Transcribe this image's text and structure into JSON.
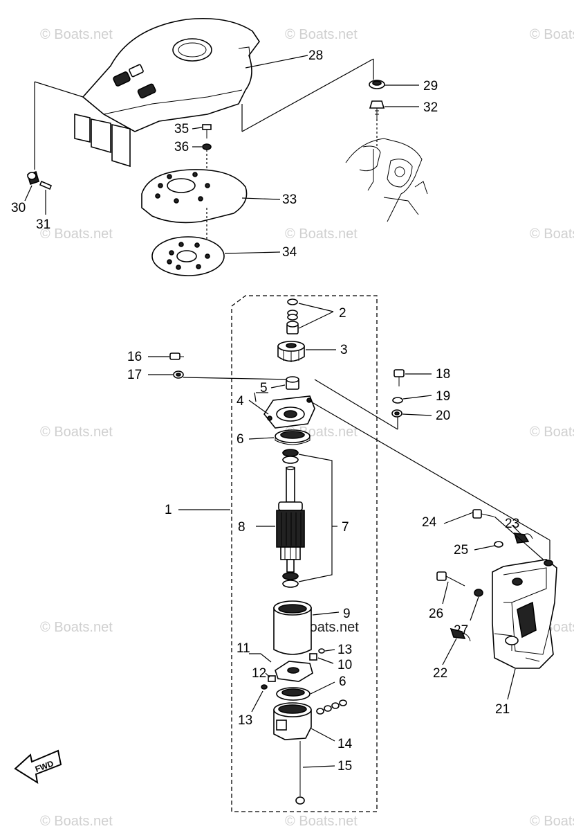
{
  "watermark": "© Boats.net",
  "callouts": {
    "c1": "1",
    "c2": "2",
    "c3": "3",
    "c4": "4",
    "c5": "5",
    "c6a": "6",
    "c6b": "6",
    "c7": "7",
    "c8": "8",
    "c9": "9",
    "c10": "10",
    "c11": "11",
    "c12": "12",
    "c13a": "13",
    "c13b": "13",
    "c14": "14",
    "c15": "15",
    "c16": "16",
    "c17": "17",
    "c18": "18",
    "c19": "19",
    "c20": "20",
    "c21": "21",
    "c22": "22",
    "c23": "23",
    "c24": "24",
    "c25": "25",
    "c26": "26",
    "c27": "27",
    "c28": "28",
    "c29": "29",
    "c30": "30",
    "c31": "31",
    "c32": "32",
    "c33": "33",
    "c34": "34",
    "c35": "35",
    "c36": "36"
  },
  "fwd_label": "FWD"
}
